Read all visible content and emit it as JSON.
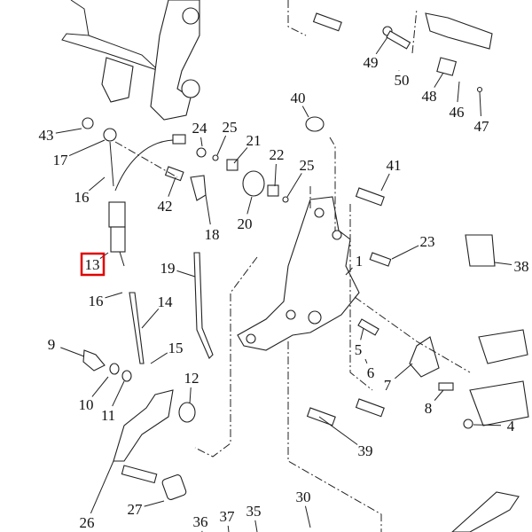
{
  "diagram": {
    "highlighted_part": "13",
    "highlight_color": "#e00000",
    "labels": [
      "43",
      "17",
      "16",
      "13",
      "16",
      "14",
      "9",
      "15",
      "10",
      "11",
      "12",
      "26",
      "27",
      "36",
      "37",
      "35",
      "30",
      "24",
      "25",
      "21",
      "22",
      "25",
      "18",
      "19",
      "20",
      "42",
      "40",
      "41",
      "23",
      "38",
      "1",
      "5",
      "6",
      "7",
      "8",
      "4",
      "39",
      "49",
      "50",
      "48",
      "46",
      "47"
    ]
  }
}
